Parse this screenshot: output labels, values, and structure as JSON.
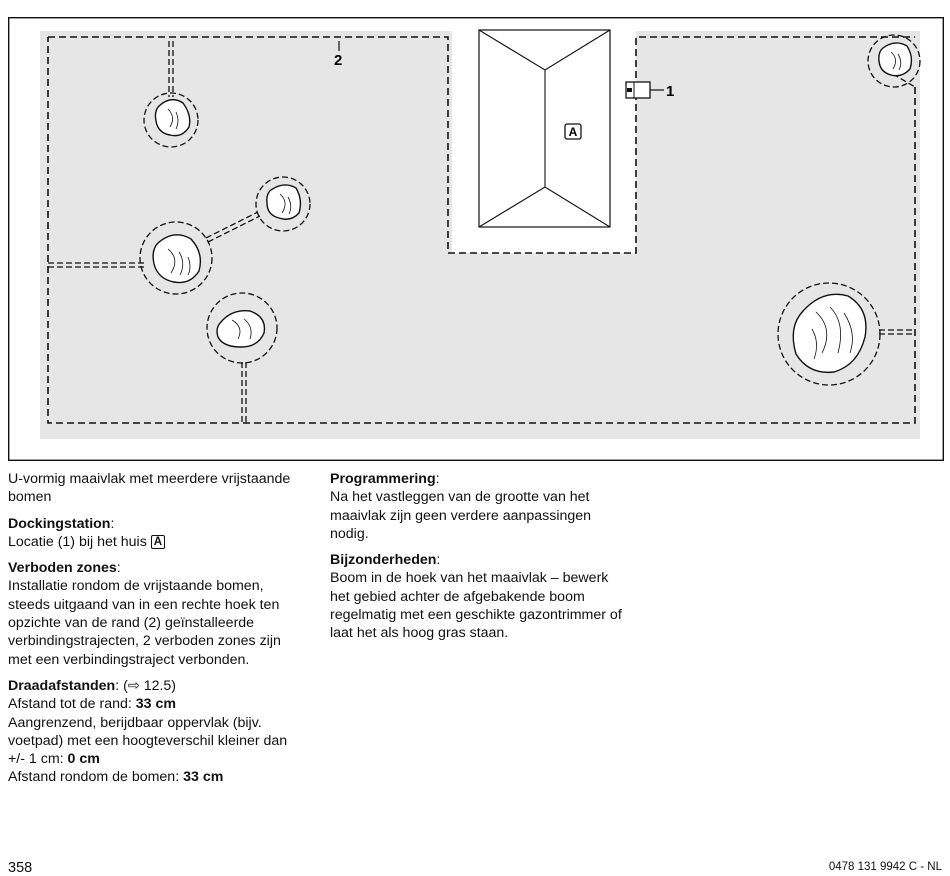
{
  "figure": {
    "callout_1": "1",
    "callout_2": "2",
    "house_label": "A"
  },
  "left_column": {
    "intro": "U-vormig maaivlak met meerdere vrijstaande bomen",
    "docking": {
      "heading": "Dockingstation",
      "colon": ":",
      "text": "Locatie (1) bij het huis",
      "house_label": "A"
    },
    "forbidden": {
      "heading": "Verboden zones",
      "colon": ":",
      "text": "Installatie rondom de vrijstaande bomen, steeds uitgaand van in een rechte hoek ten opzichte van de rand (2) geïnstalleerde verbindingstrajecten, 2 verboden zones zijn met een verbindingstraject verbonden."
    },
    "wire": {
      "heading": "Draadafstanden",
      "colon": ":",
      "reference": "(⇨ 12.5)",
      "edge_label": "Afstand tot de rand:",
      "edge_value": "33 cm",
      "adjacent_label": "Aangrenzend, berijdbaar oppervlak (bijv. voetpad) met een hoogteverschil kleiner dan +/- 1 cm:",
      "adjacent_value": "0 cm",
      "trees_label": "Afstand rondom de bomen:",
      "trees_value": "33 cm"
    }
  },
  "right_column": {
    "programming": {
      "heading": "Programmering",
      "colon": ":",
      "text": "Na het vastleggen van de grootte van het maaivlak zijn geen verdere aanpassingen nodig."
    },
    "notes": {
      "heading": "Bijzonderheden",
      "colon": ":",
      "text": "Boom in de hoek van het maaivlak – bewerk het gebied achter de afgebakende boom regelmatig met een geschikte gazontrimmer of laat het als hoog gras staan."
    }
  },
  "footer": {
    "page_number": "358",
    "doc_code": "0478 131 9942 C - NL"
  },
  "colors": {
    "lawn": "#e6e6e6",
    "line": "#111111",
    "page": "#ffffff"
  }
}
